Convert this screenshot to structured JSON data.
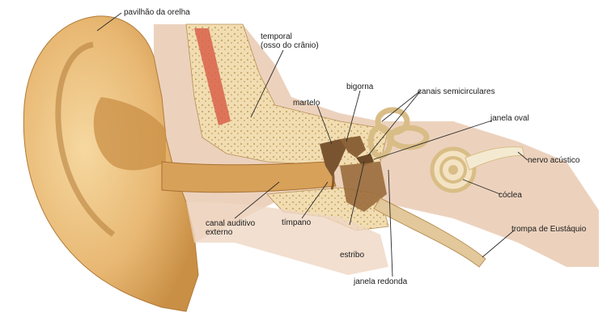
{
  "labels": {
    "pavilhao": "pavilhão da orelha",
    "temporal_line1": "temporal",
    "temporal_line2": "(osso do crânio)",
    "bigorna": "bigorna",
    "martelo": "martelo",
    "canais": "canais semicirculares",
    "janela_oval": "janela oval",
    "nervo": "nervo acústico",
    "coclea": "cóclea",
    "trompa": "trompa de Eustáquio",
    "timpano": "tímpano",
    "canal_line1": "canal auditivo",
    "canal_line2": "externo",
    "estribo": "estribo",
    "janela_redonda": "janela redonda"
  },
  "colors": {
    "skin": "#e8b873",
    "skin_dark": "#c98f45",
    "skin_light": "#f3d49c",
    "bone": "#f1ddb1",
    "bone_dots": "#c9a66a",
    "tissue": "#e9c6b6",
    "muscle": "#d9624a",
    "ossicle": "#7a5430",
    "inner_ear": "#f3e3c3",
    "leader": "#2a2a2a"
  }
}
